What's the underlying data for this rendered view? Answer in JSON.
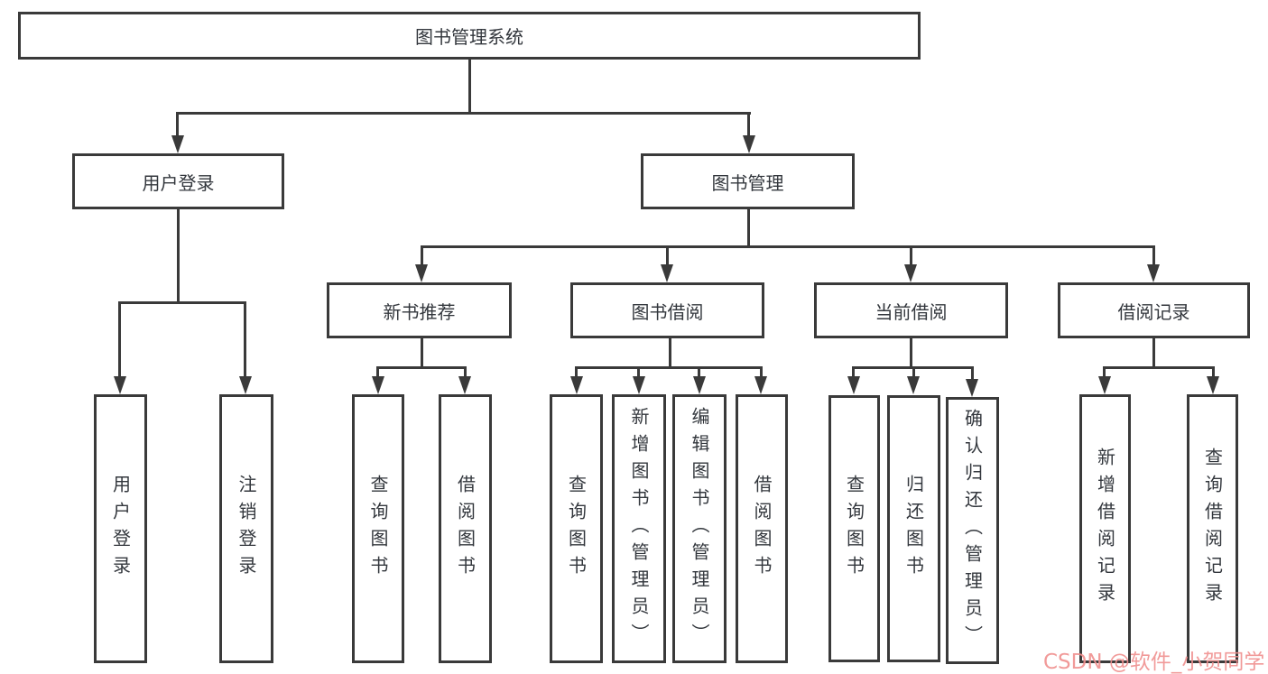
{
  "diagram": {
    "root": {
      "label": "图书管理系统"
    },
    "level2": [
      {
        "label": "用户登录"
      },
      {
        "label": "图书管理"
      }
    ],
    "level3": [
      {
        "label": "新书推荐"
      },
      {
        "label": "图书借阅"
      },
      {
        "label": "当前借阅"
      },
      {
        "label": "借阅记录"
      }
    ],
    "leaves": {
      "user_login": [
        "用户登录",
        "注销登录"
      ],
      "new_book": [
        "查询图书",
        "借阅图书"
      ],
      "borrow": [
        "查询图书",
        "新增图书（管理员）",
        "编辑图书（管理员）",
        "借阅图书"
      ],
      "current": [
        "查询图书",
        "归还图书",
        "确认归还（管理员）"
      ],
      "records": [
        "新增借阅记录",
        "查询借阅记录"
      ]
    }
  },
  "watermark": {
    "text": "CSDN @软件_小贺同学"
  },
  "colors": {
    "border": "#3a3a3a",
    "text": "#33373d",
    "background": "#ffffff",
    "watermark": "#f0908f"
  }
}
